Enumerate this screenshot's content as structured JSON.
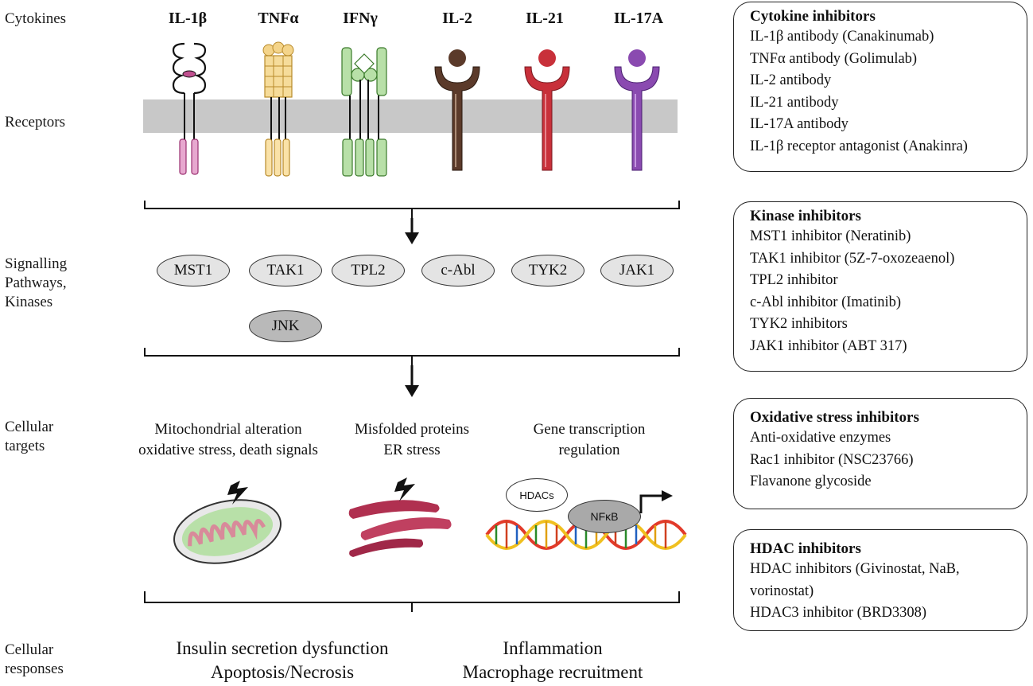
{
  "rows": {
    "cytokines": "Cytokines",
    "receptors": "Receptors",
    "signalling": [
      "Signalling",
      "Pathways,",
      "Kinases"
    ],
    "targets": [
      "Cellular",
      "targets"
    ],
    "responses": [
      "Cellular",
      "responses"
    ]
  },
  "cytokines": [
    "IL-1β",
    "TNFα",
    "IFNγ",
    "IL-2",
    "IL-21",
    "IL-17A"
  ],
  "kinases": [
    "MST1",
    "TAK1",
    "TPL2",
    "c-Abl",
    "TYK2",
    "JAK1",
    "JNK"
  ],
  "targets": {
    "mito": [
      "Mitochondrial alteration",
      "oxidative  stress, death signals"
    ],
    "er": [
      "Misfolded proteins",
      "ER stress"
    ],
    "gene": [
      "Gene transcription",
      "regulation"
    ],
    "hdacs": "HDACs",
    "nfkb": "NFκB"
  },
  "responses": {
    "left": [
      "Insulin secretion dysfunction",
      "Apoptosis/Necrosis"
    ],
    "right": [
      "Inflammation",
      "Macrophage recruitment"
    ]
  },
  "boxes": {
    "cytokine": {
      "title": "Cytokine inhibitors",
      "items": [
        "IL-1β antibody (Canakinumab)",
        "TNFα antibody (Golimulab)",
        "IL-2 antibody",
        "IL-21 antibody",
        "IL-17A antibody",
        "IL-1β receptor antagonist (Anakinra)"
      ]
    },
    "kinase": {
      "title": "Kinase inhibitors",
      "items": [
        "MST1 inhibitor (Neratinib)",
        "TAK1  inhibitor (5Z-7-oxozeaenol)",
        "TPL2  inhibitor",
        "c-Abl inhibitor (Imatinib)",
        "TYK2 inhibitors",
        "JAK1 inhibitor (ABT 317)"
      ]
    },
    "oxidative": {
      "title": "Oxidative stress inhibitors",
      "items": [
        "Anti-oxidative enzymes",
        "Rac1 inhibitor (NSC23766)",
        "Flavanone glycoside"
      ]
    },
    "hdac": {
      "title": "HDAC inhibitors",
      "items": [
        "HDAC inhibitors (Givinostat, NaB,",
        "vorinostat)",
        "HDAC3 inhibitor (BRD3308)"
      ]
    }
  },
  "colors": {
    "membrane": "#c8c8c8",
    "il1b": "#c0508f",
    "tnfa": "#d9b45c",
    "ifng": "#5aa24a",
    "il2": "#5b3a2a",
    "il21": "#c8303a",
    "il17a": "#8a4ab0"
  }
}
